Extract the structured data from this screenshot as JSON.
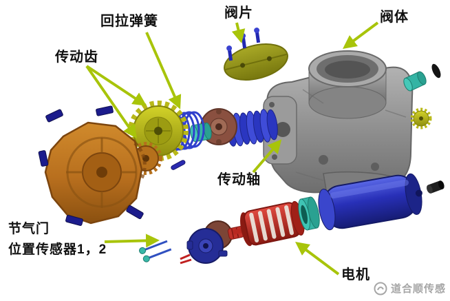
{
  "diagram": {
    "labels": {
      "return_spring": "回拉弹簧",
      "valve_plate": "阀片",
      "valve_body": "阀体",
      "drive_gear": "传动齿",
      "drive_shaft": "传动轴",
      "sensor_line1": "节气门",
      "sensor_line2": "位置传感器1，2",
      "motor": "电机"
    },
    "watermark": "道合顺传感",
    "colors": {
      "arrow_green": "#a8c40a",
      "background": "#ffffff",
      "housing_orange": "#b86f1e",
      "gear_yellow": "#b8b818",
      "clip_navy": "#1c1c8c",
      "motor_blue": "#2830b8",
      "armature_red": "#c03028",
      "spring_blue": "#3040cc",
      "cyan_part": "#34b4a4",
      "body_gray": "#8f8f8f",
      "label_text": "#111111",
      "watermark_gray": "#a6a6a6"
    }
  }
}
